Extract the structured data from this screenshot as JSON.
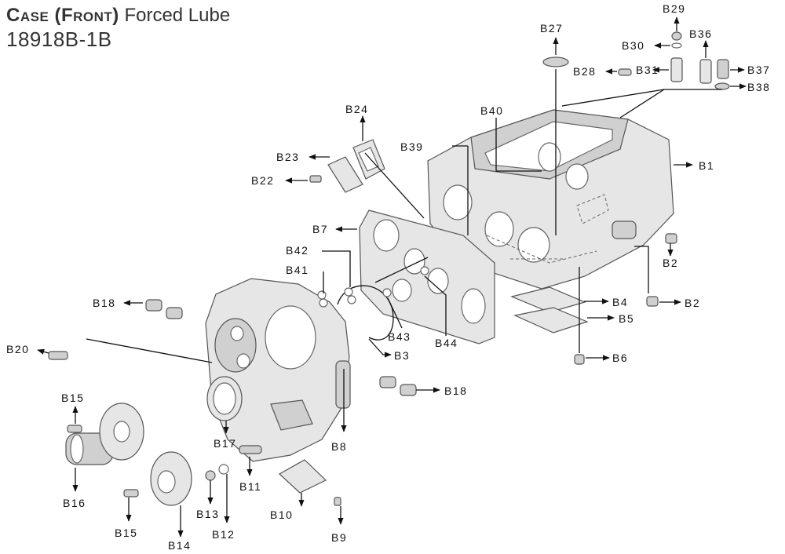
{
  "title": {
    "bold": "Case (Front)",
    "light": "Forced Lube",
    "part_number": "18918B-1B"
  },
  "callouts": [
    {
      "id": "B1",
      "label": "B1"
    },
    {
      "id": "B2a",
      "label": "B2"
    },
    {
      "id": "B2b",
      "label": "B2"
    },
    {
      "id": "B3",
      "label": "B3"
    },
    {
      "id": "B4",
      "label": "B4"
    },
    {
      "id": "B5",
      "label": "B5"
    },
    {
      "id": "B6",
      "label": "B6"
    },
    {
      "id": "B7",
      "label": "B7"
    },
    {
      "id": "B8",
      "label": "B8"
    },
    {
      "id": "B9",
      "label": "B9"
    },
    {
      "id": "B10",
      "label": "B10"
    },
    {
      "id": "B11",
      "label": "B11"
    },
    {
      "id": "B12",
      "label": "B12"
    },
    {
      "id": "B13",
      "label": "B13"
    },
    {
      "id": "B14",
      "label": "B14"
    },
    {
      "id": "B15a",
      "label": "B15"
    },
    {
      "id": "B15b",
      "label": "B15"
    },
    {
      "id": "B16",
      "label": "B16"
    },
    {
      "id": "B17",
      "label": "B17"
    },
    {
      "id": "B18a",
      "label": "B18"
    },
    {
      "id": "B18b",
      "label": "B18"
    },
    {
      "id": "B20",
      "label": "B20"
    },
    {
      "id": "B22",
      "label": "B22"
    },
    {
      "id": "B23",
      "label": "B23"
    },
    {
      "id": "B24",
      "label": "B24"
    },
    {
      "id": "B27",
      "label": "B27"
    },
    {
      "id": "B28",
      "label": "B28"
    },
    {
      "id": "B29",
      "label": "B29"
    },
    {
      "id": "B30",
      "label": "B30"
    },
    {
      "id": "B31",
      "label": "B31"
    },
    {
      "id": "B36",
      "label": "B36"
    },
    {
      "id": "B37",
      "label": "B37"
    },
    {
      "id": "B38",
      "label": "B38"
    },
    {
      "id": "B39",
      "label": "B39"
    },
    {
      "id": "B40",
      "label": "B40"
    },
    {
      "id": "B41",
      "label": "B41"
    },
    {
      "id": "B42",
      "label": "B42"
    },
    {
      "id": "B43",
      "label": "B43"
    },
    {
      "id": "B44",
      "label": "B44"
    }
  ],
  "colors": {
    "ink": "#111111",
    "metal": "#e6e6e6",
    "shadow": "#d0d0d0",
    "outline": "#555555"
  }
}
